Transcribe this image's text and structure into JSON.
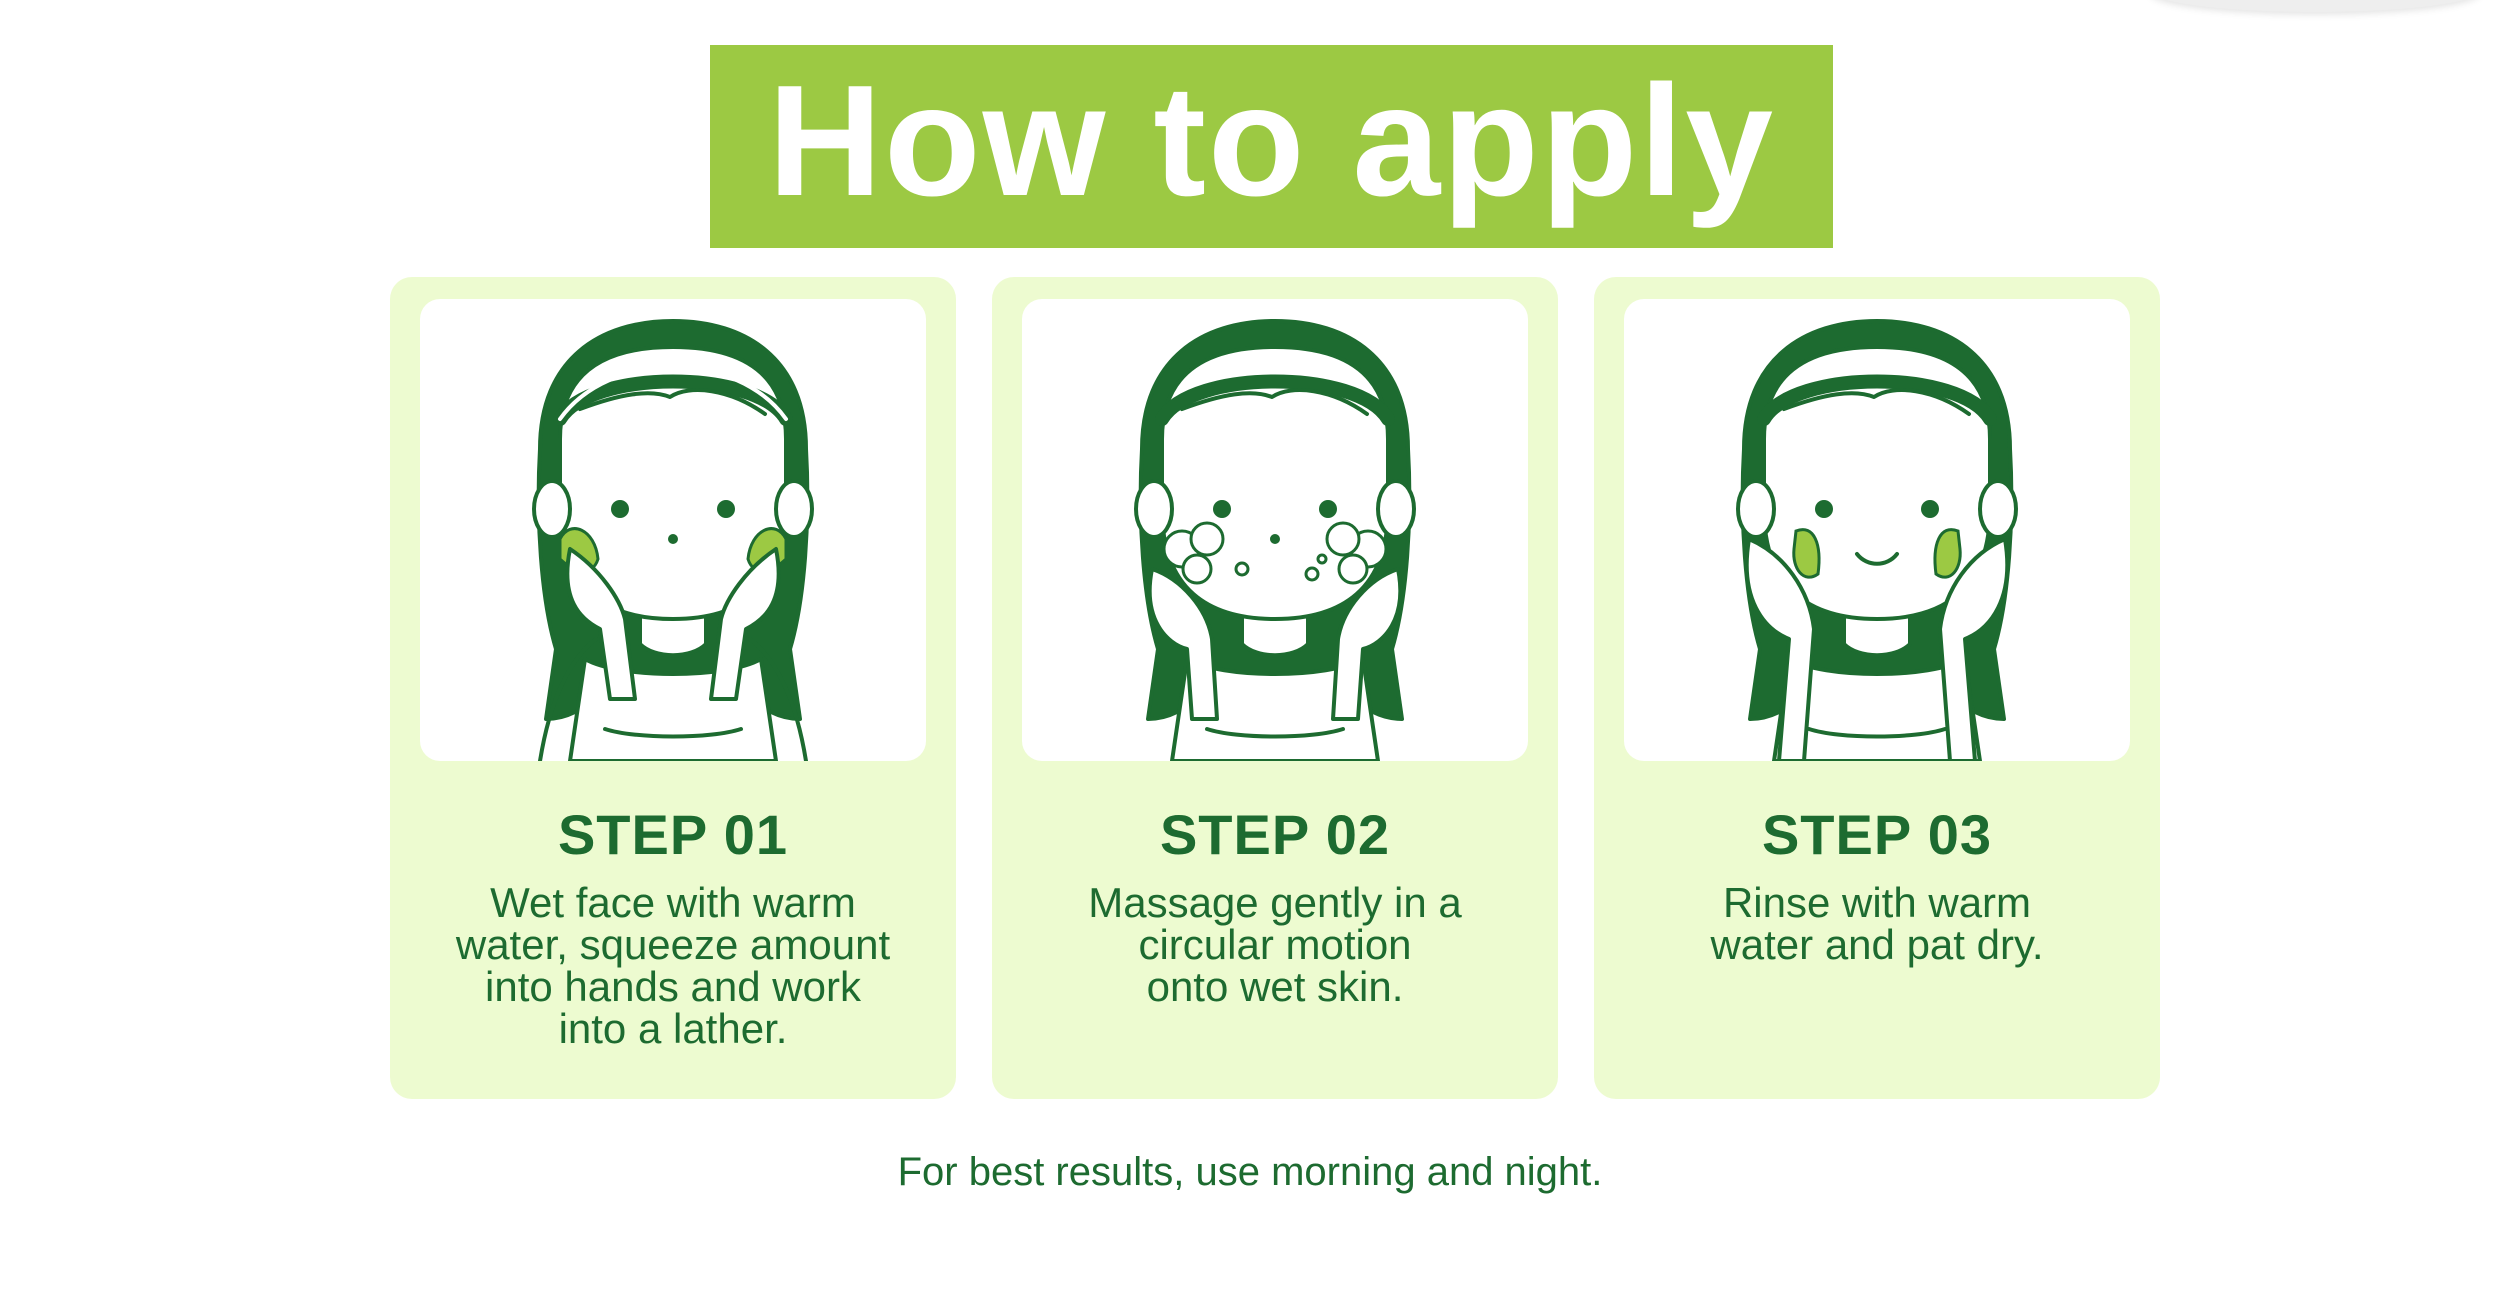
{
  "title": "How to apply",
  "colors": {
    "banner_green": "#9cc943",
    "dark_green": "#1d6b30",
    "card_bg": "#edfbd0",
    "product_green": "#9cc943"
  },
  "steps": [
    {
      "label": "STEP 01",
      "description": "Wet face with warm\nwater, squeeze amount\ninto hands and work\ninto a lather.",
      "illustration": "face-lather-icon"
    },
    {
      "label": "STEP 02",
      "description": "Massage gently in a\ncircular motion\nonto wet skin.",
      "illustration": "face-massage-icon"
    },
    {
      "label": "STEP 03",
      "description": "Rinse with warm\nwater and pat dry.",
      "illustration": "face-rinse-icon"
    }
  ],
  "footnote": "For best results, use morning and night."
}
